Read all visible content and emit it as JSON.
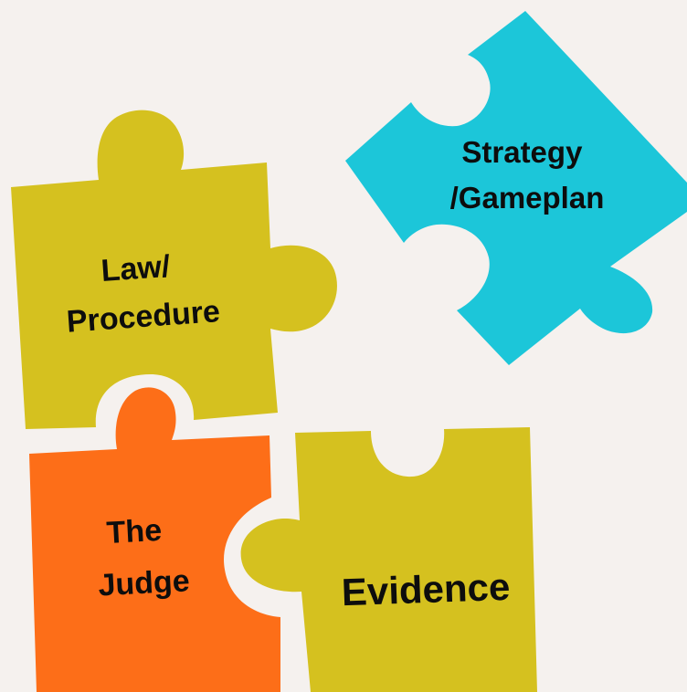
{
  "pieces": {
    "law": {
      "line1": "Law/",
      "line2": "Procedure",
      "color": "#d5c11f"
    },
    "strategy": {
      "line1": "Strategy",
      "line2": "/Gameplan",
      "color": "#1cc6d9"
    },
    "judge": {
      "line1": "The",
      "line2": "Judge",
      "color": "#fd6e18"
    },
    "evidence": {
      "line1": "Evidence",
      "color": "#d5c11f"
    }
  },
  "background": "#f5f1ee"
}
